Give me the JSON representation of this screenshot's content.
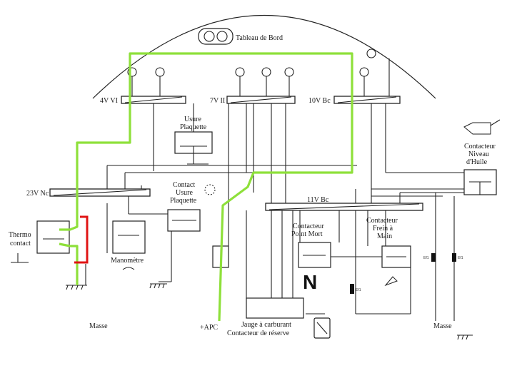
{
  "labels": {
    "dashboard": "Tableau de Bord",
    "bus_4v": "4V VI",
    "bus_7v": "7V II",
    "bus_10v": "10V Bc",
    "bus_23v": "23V Nc",
    "bus_11v": "11V Bc",
    "wear_pad_1": "Usure",
    "wear_pad_2": "Plaquette",
    "wear_contact_1": "Contact",
    "wear_contact_2": "Usure",
    "wear_contact_3": "Plaquette",
    "oil_level_1": "Contacteur",
    "oil_level_2": "Niveau",
    "oil_level_3": "d'Huile",
    "thermo_1": "Thermo",
    "thermo_2": "contact",
    "manometer": "Manomètre",
    "neutral_1": "Contacteur",
    "neutral_2": "Point Mort",
    "neutral_symbol": "N",
    "brake_1": "Contacteur",
    "brake_2": "Frein à",
    "brake_3": "Main",
    "fuel_1": "Jauge à carburant",
    "fuel_2": "Contacteur de réserve",
    "ground_left": "Masse",
    "ground_right": "Masse",
    "apc": "+APC",
    "fuse_1": "Ef1",
    "fuse_2": "Ef1",
    "fuse_3": "Ef1"
  },
  "colors": {
    "highlight_green": "#8ee03a",
    "highlight_red": "#e01414"
  }
}
